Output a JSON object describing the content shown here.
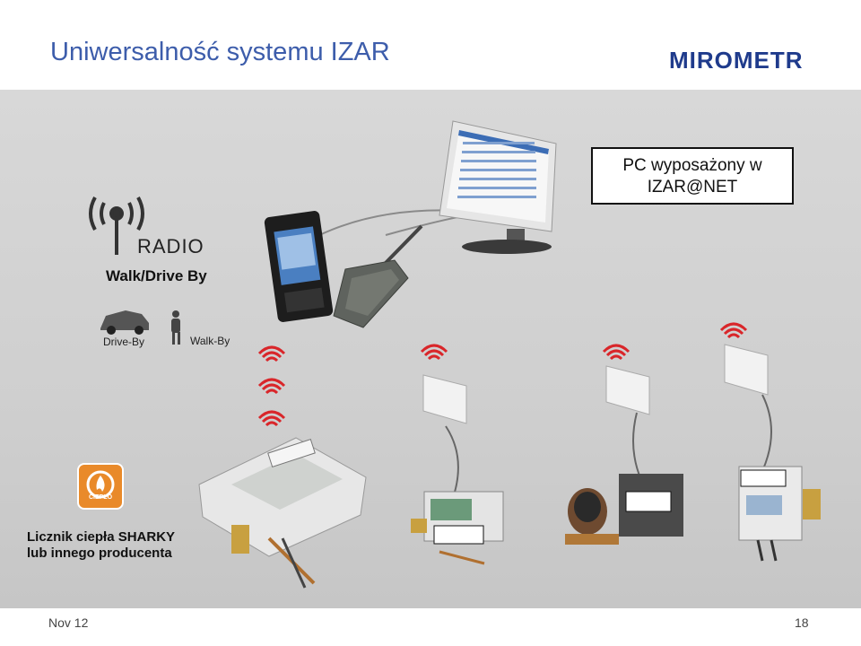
{
  "slide": {
    "title": "Uniwersalność systemu IZAR",
    "logo": "MIROMETR",
    "pc_label_line1": "PC wyposażony w",
    "pc_label_line2": "IZAR@NET",
    "radio_text": "RADIO",
    "walk_drive_label": "Walk/Drive By",
    "drive_by_text": "Drive-By",
    "walk_by_text": "Walk-By",
    "heat_icon_text": "CIEPŁO",
    "sharky_line1": "Licznik ciepła SHARKY",
    "sharky_line2": "lub innego producenta",
    "footer_date": "Nov 12",
    "footer_page": "18"
  },
  "colors": {
    "title": "#3d5dab",
    "logo": "#1f3b8c",
    "radio_wave": "#d9262a",
    "heat_icon": "#e98a2a"
  },
  "icons": [
    "radio-antenna-icon",
    "car-icon",
    "walking-person-icon",
    "radio-wave-icon",
    "flame-icon"
  ]
}
